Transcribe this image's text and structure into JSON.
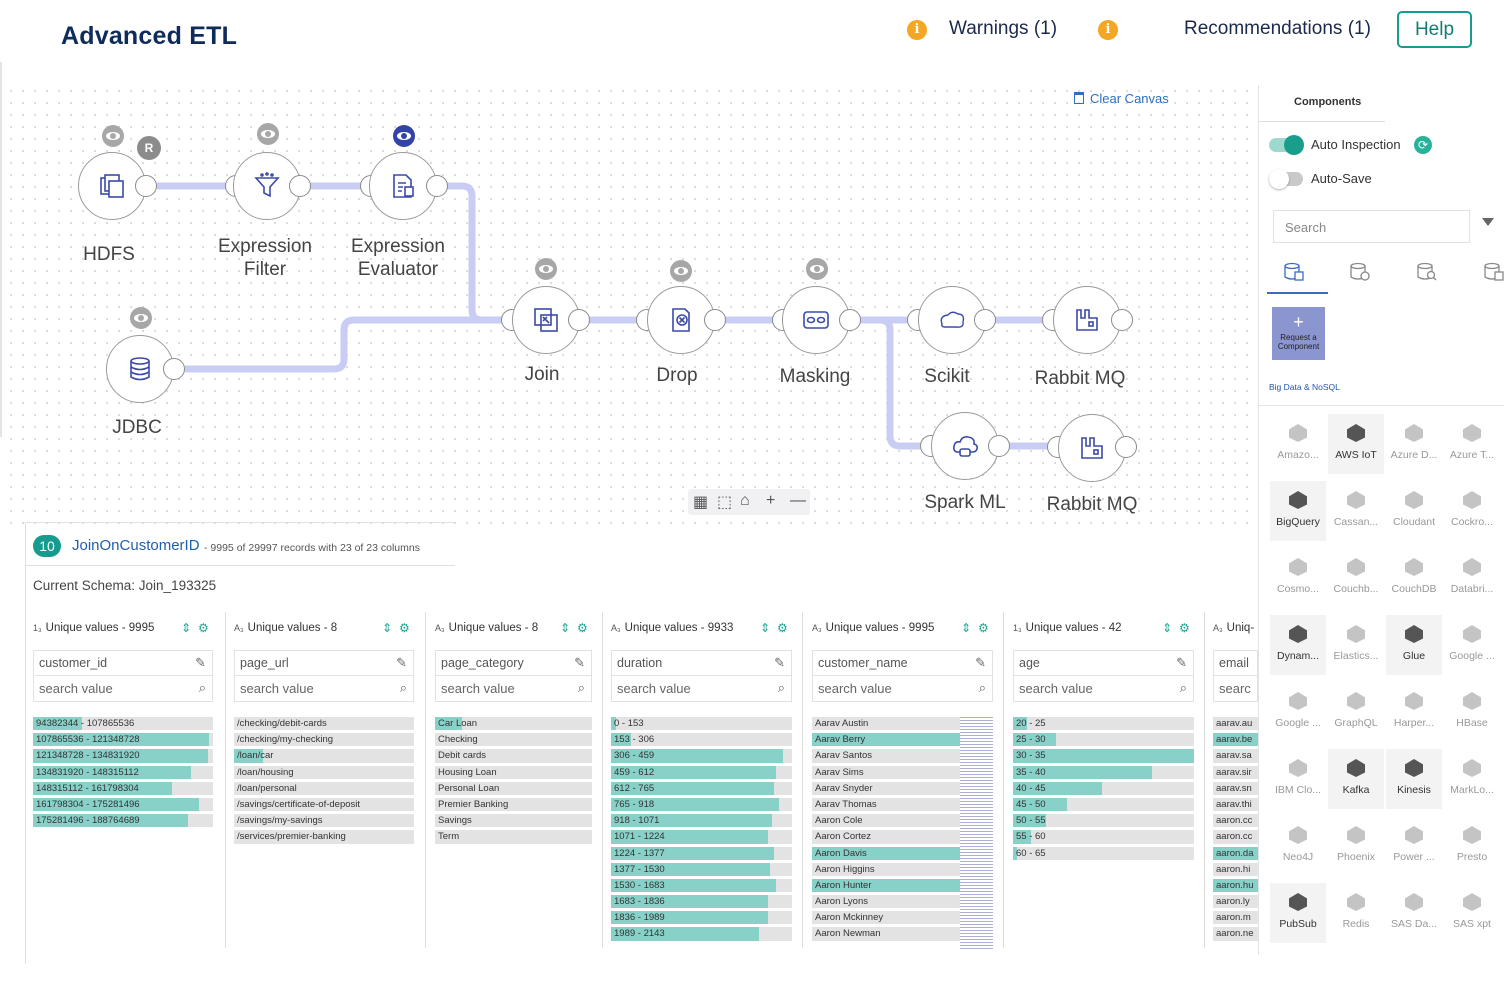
{
  "header": {
    "title": "Advanced ETL",
    "warnings": "Warnings (1)",
    "recommendations": "Recommendations (1)",
    "help": "Help",
    "warn_glyph": "i"
  },
  "canvas": {
    "clear_canvas": "Clear Canvas",
    "read_badge": "R",
    "nodes": {
      "hdfs": "HDFS",
      "expression_filter": "Expression\nFilter",
      "expression_evaluator": "Expression\nEvaluator",
      "jdbc": "JDBC",
      "join": "Join",
      "drop": "Drop",
      "masking": "Masking",
      "scikit": "Scikit",
      "rabbit_mq_1": "Rabbit MQ",
      "spark_ml": "Spark ML",
      "rabbit_mq_2": "Rabbit MQ"
    },
    "edge_color": "#c9ccf3"
  },
  "inspector": {
    "node_index": "10",
    "node_name": "JoinOnCustomerID",
    "stats": "- 9995 of 29997 records with 23 of 23 columns",
    "schema": "Current Schema: Join_193325",
    "columns": [
      {
        "head": "Unique values - 9995",
        "type": "1₃",
        "name": "customer_id",
        "search": "search value",
        "bars": [
          {
            "label": "94382344 - 107865536",
            "v": 0.27
          },
          {
            "label": "107865536 - 121348728",
            "v": 0.98
          },
          {
            "label": "121348728 - 134831920",
            "v": 0.97
          },
          {
            "label": "134831920 - 148315112",
            "v": 0.88
          },
          {
            "label": "148315112 - 161798304",
            "v": 0.77
          },
          {
            "label": "161798304 - 175281496",
            "v": 0.92
          },
          {
            "label": "175281496 - 188764689",
            "v": 0.86
          }
        ]
      },
      {
        "head": "Unique values - 8",
        "type": "A₃",
        "name": "page_url",
        "search": "search value",
        "bars": [
          {
            "label": "/checking/debit-cards",
            "v": 0.0
          },
          {
            "label": "/checking/my-checking",
            "v": 0.0
          },
          {
            "label": "/loan/car",
            "v": 0.16
          },
          {
            "label": "/loan/housing",
            "v": 0.0
          },
          {
            "label": "/loan/personal",
            "v": 0.0
          },
          {
            "label": "/savings/certificate-of-deposit",
            "v": 0.0
          },
          {
            "label": "/savings/my-savings",
            "v": 0.0
          },
          {
            "label": "/services/premier-banking",
            "v": 0.0
          }
        ]
      },
      {
        "head": "Unique values - 8",
        "type": "A₃",
        "name": "page_category",
        "search": "search value",
        "bars": [
          {
            "label": "Car Loan",
            "v": 0.17
          },
          {
            "label": "Checking",
            "v": 0.0
          },
          {
            "label": "Debit cards",
            "v": 0.0
          },
          {
            "label": "Housing Loan",
            "v": 0.0
          },
          {
            "label": "Personal Loan",
            "v": 0.0
          },
          {
            "label": "Premier Banking",
            "v": 0.0
          },
          {
            "label": "Savings",
            "v": 0.0
          },
          {
            "label": "Term",
            "v": 0.0
          }
        ]
      },
      {
        "head": "Unique values - 9933",
        "type": "A₃",
        "name": "duration",
        "search": "search value",
        "bars": [
          {
            "label": "0 - 153",
            "v": 0.03
          },
          {
            "label": "153 - 306",
            "v": 0.11
          },
          {
            "label": "306 - 459",
            "v": 0.95
          },
          {
            "label": "459 - 612",
            "v": 0.91
          },
          {
            "label": "612 - 765",
            "v": 0.9
          },
          {
            "label": "765 - 918",
            "v": 0.93
          },
          {
            "label": "918 - 1071",
            "v": 0.89
          },
          {
            "label": "1071 - 1224",
            "v": 0.87
          },
          {
            "label": "1224 - 1377",
            "v": 0.9
          },
          {
            "label": "1377 - 1530",
            "v": 0.88
          },
          {
            "label": "1530 - 1683",
            "v": 0.91
          },
          {
            "label": "1683 - 1836",
            "v": 0.87
          },
          {
            "label": "1836 - 1989",
            "v": 0.87
          },
          {
            "label": "1989 - 2143",
            "v": 0.82
          }
        ]
      },
      {
        "head": "Unique values - 9995",
        "type": "A₃",
        "name": "customer_name",
        "search": "search value",
        "bars": [
          {
            "label": "Aarav Austin",
            "v": 0.0
          },
          {
            "label": "Aarav Berry",
            "v": 1.0
          },
          {
            "label": "Aarav Santos",
            "v": 0.0
          },
          {
            "label": "Aarav Sims",
            "v": 0.0
          },
          {
            "label": "Aarav Snyder",
            "v": 0.0
          },
          {
            "label": "Aarav Thomas",
            "v": 0.0
          },
          {
            "label": "Aaron Cole",
            "v": 0.0
          },
          {
            "label": "Aaron Cortez",
            "v": 0.0
          },
          {
            "label": "Aaron Davis",
            "v": 1.0
          },
          {
            "label": "Aaron Higgins",
            "v": 0.0
          },
          {
            "label": "Aaron Hunter",
            "v": 1.0
          },
          {
            "label": "Aaron Lyons",
            "v": 0.0
          },
          {
            "label": "Aaron Mckinney",
            "v": 0.0
          },
          {
            "label": "Aaron Newman",
            "v": 0.0
          }
        ]
      },
      {
        "head": "Unique values - 42",
        "type": "1₃",
        "name": "age",
        "search": "search value",
        "bars": [
          {
            "label": "20 - 25",
            "v": 0.08
          },
          {
            "label": "25 - 30",
            "v": 0.24
          },
          {
            "label": "30 - 35",
            "v": 1.0
          },
          {
            "label": "35 - 40",
            "v": 0.77
          },
          {
            "label": "40 - 45",
            "v": 0.49
          },
          {
            "label": "45 - 50",
            "v": 0.3
          },
          {
            "label": "50 - 55",
            "v": 0.18
          },
          {
            "label": "55 - 60",
            "v": 0.1
          },
          {
            "label": "60 - 65",
            "v": 0.02
          }
        ]
      },
      {
        "head": "Uniq-",
        "type": "A₃",
        "name": "email",
        "search": "searc",
        "bars": [
          {
            "label": "aarav.au",
            "v": 0.0
          },
          {
            "label": "aarav.be",
            "v": 1.0
          },
          {
            "label": "aarav.sa",
            "v": 0.0
          },
          {
            "label": "aarav.sir",
            "v": 0.0
          },
          {
            "label": "aarav.sn",
            "v": 0.0
          },
          {
            "label": "aarav.thi",
            "v": 0.0
          },
          {
            "label": "aaron.cc",
            "v": 0.0
          },
          {
            "label": "aaron.cc",
            "v": 0.0
          },
          {
            "label": "aaron.da",
            "v": 1.0
          },
          {
            "label": "aaron.hi",
            "v": 0.0
          },
          {
            "label": "aaron.hu",
            "v": 1.0
          },
          {
            "label": "aaron.ly",
            "v": 0.0
          },
          {
            "label": "aaron.m",
            "v": 0.0
          },
          {
            "label": "aaron.ne",
            "v": 0.0
          }
        ]
      }
    ]
  },
  "panel": {
    "title": "Components",
    "auto_inspection": "Auto Inspection",
    "auto_save": "Auto-Save",
    "search_placeholder": "Search",
    "request_plus": "+",
    "request_label": "Request a Component",
    "category": "Big Data & NoSQL",
    "components": [
      {
        "label": "Amazo...",
        "sel": false
      },
      {
        "label": "AWS IoT",
        "sel": true
      },
      {
        "label": "Azure D...",
        "sel": false
      },
      {
        "label": "Azure T...",
        "sel": false
      },
      {
        "label": "BigQuery",
        "sel": true
      },
      {
        "label": "Cassan...",
        "sel": false
      },
      {
        "label": "Cloudant",
        "sel": false
      },
      {
        "label": "Cockro...",
        "sel": false
      },
      {
        "label": "Cosmo...",
        "sel": false
      },
      {
        "label": "Couchb...",
        "sel": false
      },
      {
        "label": "CouchDB",
        "sel": false
      },
      {
        "label": "Databri...",
        "sel": false
      },
      {
        "label": "Dynam...",
        "sel": true
      },
      {
        "label": "Elastics...",
        "sel": false
      },
      {
        "label": "Glue",
        "sel": true
      },
      {
        "label": "Google ...",
        "sel": false
      },
      {
        "label": "Google ...",
        "sel": false
      },
      {
        "label": "GraphQL",
        "sel": false
      },
      {
        "label": "Harper...",
        "sel": false
      },
      {
        "label": "HBase",
        "sel": false
      },
      {
        "label": "IBM Clo...",
        "sel": false
      },
      {
        "label": "Kafka",
        "sel": true
      },
      {
        "label": "Kinesis",
        "sel": true
      },
      {
        "label": "MarkLo...",
        "sel": false
      },
      {
        "label": "Neo4J",
        "sel": false
      },
      {
        "label": "Phoenix",
        "sel": false
      },
      {
        "label": "Power ...",
        "sel": false
      },
      {
        "label": "Presto",
        "sel": false
      },
      {
        "label": "PubSub",
        "sel": true
      },
      {
        "label": "Redis",
        "sel": false
      },
      {
        "label": "SAS Da...",
        "sel": false
      },
      {
        "label": "SAS xpt",
        "sel": false
      }
    ]
  },
  "colors": {
    "accent": "#169c8f",
    "bar_fill": "#87d1c9",
    "edge": "#c9ccf3",
    "link": "#2160b0",
    "warning": "#f5a623"
  }
}
